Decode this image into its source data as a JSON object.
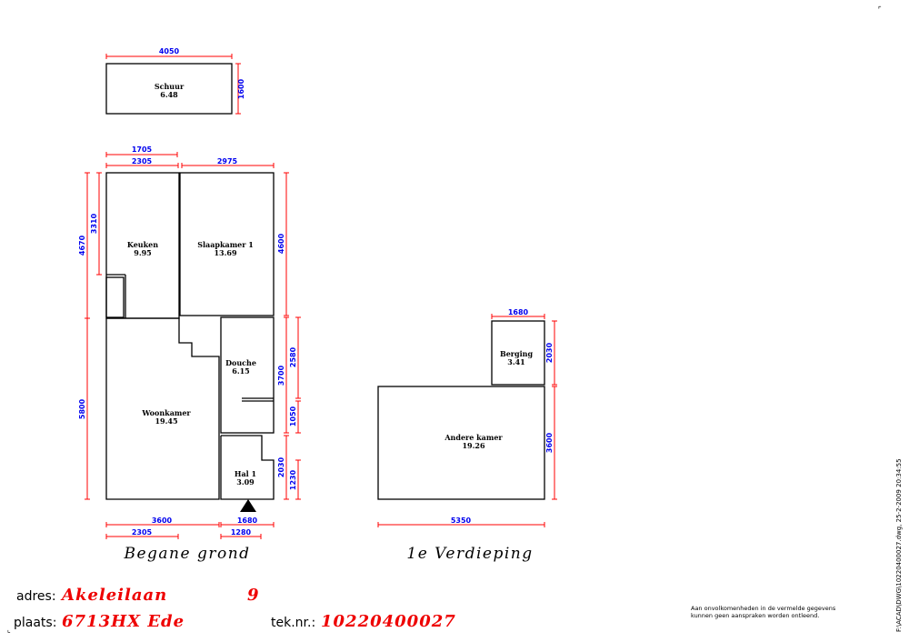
{
  "rooms": {
    "schuur": {
      "name": "Schuur",
      "area": "6.48"
    },
    "keuken": {
      "name": "Keuken",
      "area": "9.95"
    },
    "slaapkamer": {
      "name": "Slaapkamer 1",
      "area": "13.69"
    },
    "douche": {
      "name": "Douche",
      "area": "6.15"
    },
    "woonkamer": {
      "name": "Woonkamer",
      "area": "19.45"
    },
    "hal": {
      "name": "Hal 1",
      "area": "3.09"
    },
    "berging": {
      "name": "Berging",
      "area": "3.41"
    },
    "andere": {
      "name": "Andere kamer",
      "area": "19.26"
    }
  },
  "dims": {
    "schuur_w": "4050",
    "schuur_h": "1600",
    "top_1705": "1705",
    "top_2305": "2305",
    "top_2975": "2975",
    "left_4670": "4670",
    "left_3310": "3310",
    "left_5800": "5800",
    "right_4600": "4600",
    "right_3700": "3700",
    "right_2580": "2580",
    "right_1050": "1050",
    "right_2030": "2030",
    "right_1230": "1230",
    "bottom_3600": "3600",
    "bottom_1680": "1680",
    "bottom_2305": "2305",
    "bottom_1280": "1280",
    "berging_w": "1680",
    "berging_h": "2030",
    "andere_h": "3600",
    "andere_w": "5350"
  },
  "titles": {
    "ground": "Begane grond",
    "first": "1e Verdieping"
  },
  "info": {
    "adres_label": "adres:",
    "adres_street": "Akeleilaan",
    "adres_number": "9",
    "plaats_label": "plaats:",
    "plaats_value": "6713HX Ede",
    "teknr_label": "tek.nr.:",
    "teknr_value": "10220400027"
  },
  "disclaimer": {
    "line1": "Aan onvolkomenheden in de vermelde gegevens",
    "line2": "kunnen geen aanspraken worden ontleend."
  },
  "filepath": "F:\\ACAD\\DWG\\10220400027.dwg, 25-2-2009 20:34:55",
  "colors": {
    "walls": "#000000",
    "dimension_lines": "#ff0000",
    "dimension_text": "#0000ee",
    "address_values": "#ee0000"
  }
}
